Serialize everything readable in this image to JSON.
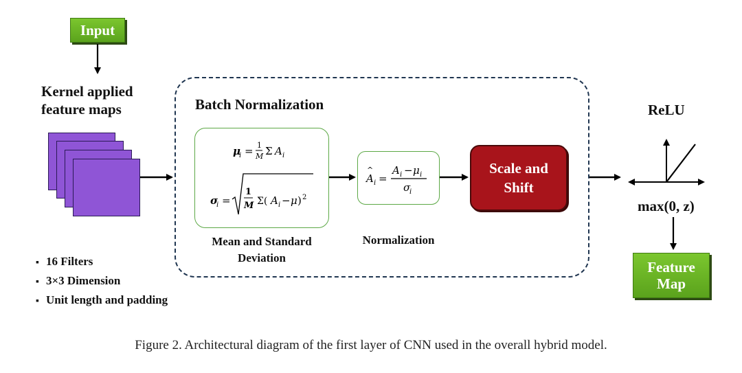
{
  "input_label": "Input",
  "kernel_title_1": "Kernel applied",
  "kernel_title_2": "feature maps",
  "bullets": [
    "16 Filters",
    "3×3 Dimension",
    "Unit length and padding"
  ],
  "batch_norm_title": "Batch Normalization",
  "mean_std_label_1": "Mean and Standard",
  "mean_std_label_2": "Deviation",
  "normalization_label": "Normalization",
  "scale_shift_label_1": "Scale and",
  "scale_shift_label_2": "Shift",
  "relu_title": "ReLU",
  "relu_function": "max(0, z)",
  "feature_map_label_1": "Feature",
  "feature_map_label_2": "Map",
  "caption": "Figure 2.  Architectural diagram of the first layer of CNN used in the overall hybrid model."
}
